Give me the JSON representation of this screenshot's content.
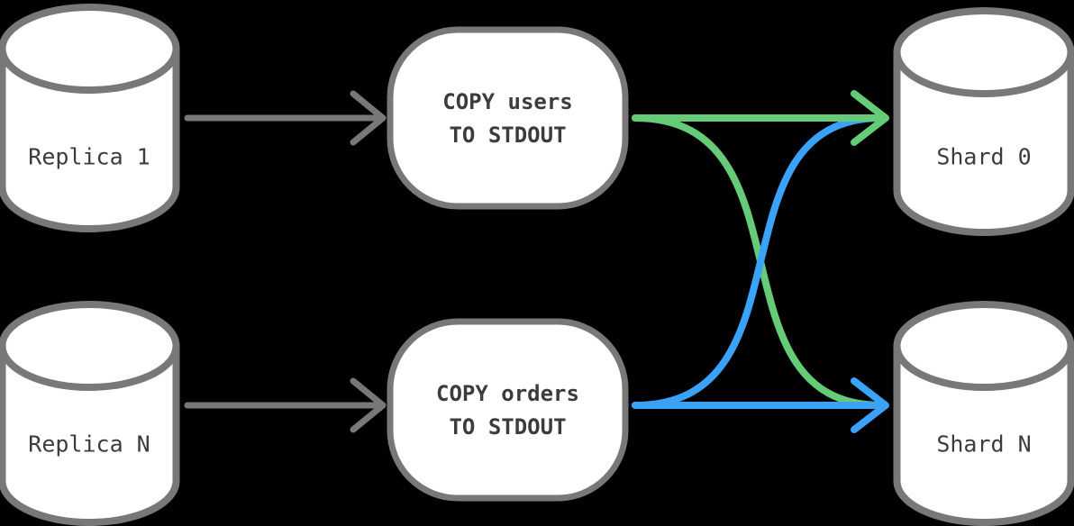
{
  "canvas": {
    "background": "#000000"
  },
  "colors": {
    "node_border": "#787878",
    "node_fill": "#ffffff",
    "label_text": "#3c3c3c",
    "gray_arrow": "#787878",
    "green_arrow": "#66cb77",
    "blue_arrow": "#3aa2f9"
  },
  "nodes": {
    "replica_1": {
      "label": "Replica 1",
      "shape": "database-cylinder"
    },
    "replica_n": {
      "label": "Replica N",
      "shape": "database-cylinder"
    },
    "copy_users": {
      "lines": [
        "COPY users",
        "TO STDOUT"
      ],
      "shape": "rounded-box"
    },
    "copy_orders": {
      "lines": [
        "COPY orders",
        "TO STDOUT"
      ],
      "shape": "rounded-box"
    },
    "shard_0": {
      "label": "Shard 0",
      "shape": "database-cylinder"
    },
    "shard_n": {
      "label": "Shard N",
      "shape": "database-cylinder"
    }
  },
  "edges": [
    {
      "from": "replica_1",
      "to": "copy_users",
      "color": "#787878",
      "style": "straight"
    },
    {
      "from": "replica_n",
      "to": "copy_orders",
      "color": "#787878",
      "style": "straight"
    },
    {
      "from": "copy_users",
      "to": "shard_0",
      "color": "#66cb77",
      "style": "straight"
    },
    {
      "from": "copy_users",
      "to": "shard_n",
      "color": "#66cb77",
      "style": "curved-cross"
    },
    {
      "from": "copy_orders",
      "to": "shard_n",
      "color": "#3aa2f9",
      "style": "straight"
    },
    {
      "from": "copy_orders",
      "to": "shard_0",
      "color": "#3aa2f9",
      "style": "curved-cross"
    }
  ]
}
